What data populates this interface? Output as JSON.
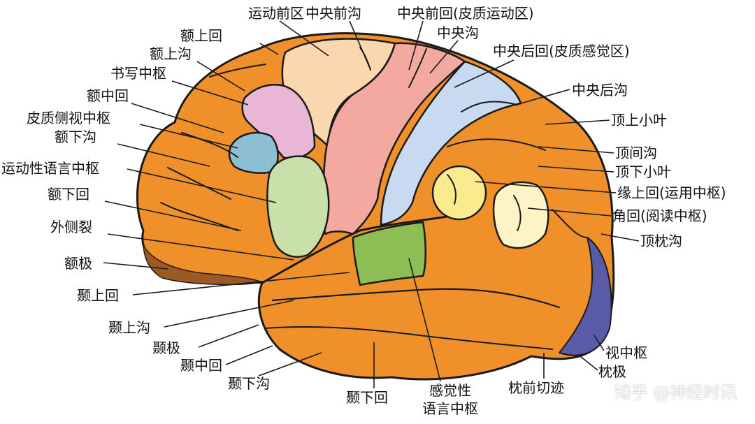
{
  "colors": {
    "frontal_lobe": "#F0902A",
    "motor_area": "#FAD7AE",
    "precentral_gyrus": "#F3A8A0",
    "postcentral_gyrus": "#C7DAF2",
    "writing_center": "#E9B6D5",
    "visual_speech_center": "#8DBFD3",
    "motor_speech_center": "#C9E0AA",
    "sensory_speech_center": "#8CBE55",
    "supramarginal_gyrus": "#FBEB8F",
    "angular_gyrus": "#FCF4C6",
    "visual_center": "#5A5BA8",
    "frontal_pole": "#9B5A23",
    "outline": "#1A1A1A"
  },
  "labels": {
    "premotor_area": "运动前区",
    "precentral_sulcus": "中央前沟",
    "precentral_gyrus": "中央前回(皮质运动区)",
    "central_sulcus": "中央沟",
    "postcentral_gyrus": "中央后回(皮质感觉区)",
    "postcentral_sulcus": "中央后沟",
    "superior_parietal_lobule": "顶上小叶",
    "intraparietal_sulcus": "顶间沟",
    "inferior_parietal_lobule": "顶下小叶",
    "supramarginal_gyrus": "缘上回(运用中枢)",
    "angular_gyrus": "角回(阅读中枢)",
    "parietooccipital_sulcus": "顶枕沟",
    "superior_frontal_gyrus": "额上回",
    "superior_frontal_sulcus": "额上沟",
    "writing_center": "书写中枢",
    "middle_frontal_gyrus": "额中回",
    "visual_speech_center": "皮质侧视中枢",
    "inferior_frontal_sulcus": "额下沟",
    "motor_speech_center": "运动性语言中枢",
    "inferior_frontal_gyrus": "额下回",
    "lateral_sulcus": "外侧裂",
    "frontal_pole": "额极",
    "superior_temporal_gyrus": "颞上回",
    "superior_temporal_sulcus": "颞上沟",
    "temporal_pole": "颞极",
    "middle_temporal_gyrus": "颞中回",
    "inferior_temporal_sulcus": "颞下沟",
    "inferior_temporal_gyrus": "颞下回",
    "sensory_speech_center_line1": "感觉性",
    "sensory_speech_center_line2": "语言中枢",
    "preoccipital_notch": "枕前切迹",
    "occipital_pole": "枕极",
    "visual_center": "视中枢"
  },
  "watermark": "知乎 @神经时讯"
}
